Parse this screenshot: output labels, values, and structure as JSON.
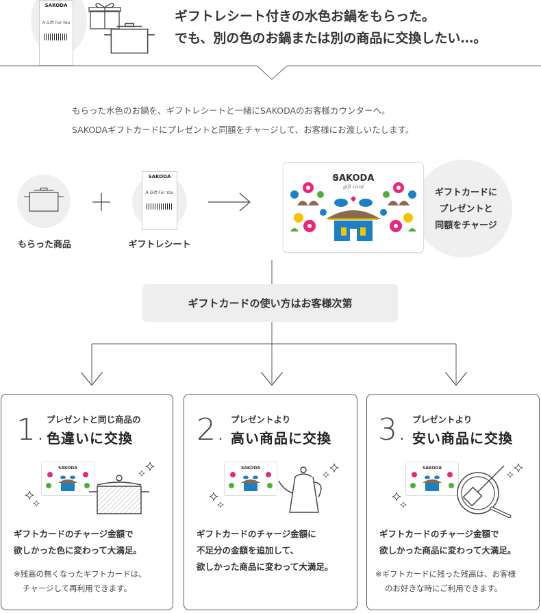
{
  "header": {
    "line1": "ギフトレシート付きの水色お鍋をもらった。",
    "line2": "でも、別の色のお鍋または別の商品に交換したい…。"
  },
  "brand": "SAKODA",
  "card_subtitle": "gift card",
  "receipt": {
    "text": "A Gift For You"
  },
  "intro": {
    "line1": "もらった水色のお鍋を、ギフトレシートと一緒にSAKODAのお客様カウンターへ。",
    "line2": "SAKODAギフトカードにプレゼントと同額をチャージして、お客様にお渡しいたします。"
  },
  "flow": {
    "item_label": "もらった商品",
    "receipt_label": "ギフトレシート",
    "result_line1": "ギフトカードに",
    "result_line2": "プレゼントと",
    "result_line3": "同額をチャージ"
  },
  "usage_label": "ギフトカードの使い方はお客様次第",
  "options": [
    {
      "number": "1.",
      "small": "プレゼントと同じ商品の",
      "big": "色違いに交換",
      "body": [
        "ギフトカードのチャージ金額で",
        "欲しかった色に変わって大満足。"
      ],
      "note": [
        "※残高の無くなったギフトカードは、",
        "チャージして再利用できます。"
      ]
    },
    {
      "number": "2.",
      "small": "プレゼントより",
      "big": "高い商品に交換",
      "body": [
        "ギフトカードのチャージ金額に",
        "不足分の金額を追加して、",
        "欲しかった商品に変わって大満足。"
      ],
      "note": []
    },
    {
      "number": "3.",
      "small": "プレゼントより",
      "big": "安い商品に交換",
      "body": [
        "ギフトカードのチャージ金額で",
        "欲しかった商品に変わって大満足。"
      ],
      "note": [
        "※ギフトカードに残った残高は、お客様",
        "のお好きな時にご利用できます。"
      ]
    }
  ],
  "icons": {
    "pot": "pot-icon",
    "gift": "gift-box-icon",
    "receipt": "gift-receipt-icon",
    "kettle": "kettle-icon",
    "pan": "frying-pan-icon",
    "sparkle": "sparkle-icon",
    "arrow": "arrow-right-icon"
  },
  "colors": {
    "pink": "#e6287a",
    "blue": "#1d7fc4",
    "green": "#4caf3a",
    "yellow": "#f5c400",
    "brown": "#8b6a4e"
  }
}
